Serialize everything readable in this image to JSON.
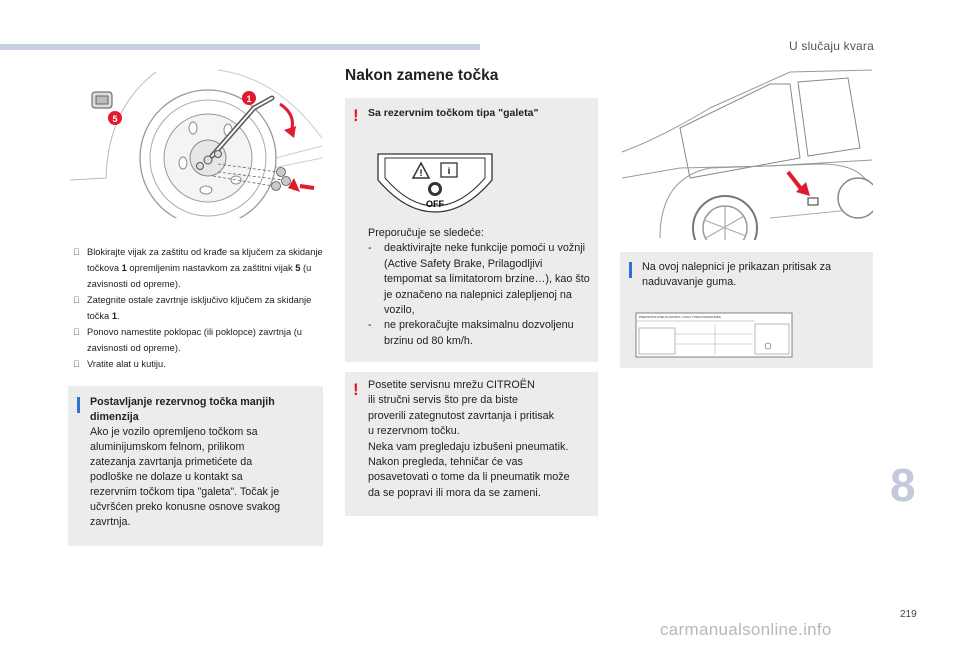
{
  "header": {
    "section_title": "U slučaju kvara",
    "chapter_number": "8",
    "page_number": "219",
    "watermark": "carmanualsonline.info"
  },
  "column1": {
    "figure_callouts": [
      "1",
      "5"
    ],
    "steps": [
      {
        "text": "Blokirajte vijak za zaštitu od krađe sa ključem za skidanje točkova ",
        "bold": "1",
        "after": " opremljenim nastavkom za zaštitni vijak ",
        "bold2": "5",
        "after2": " (u zavisnosti od opreme)."
      },
      {
        "text": "Zategnite ostale zavrtnje isključivo ključem za skidanje točka ",
        "bold": "1",
        "after": "."
      },
      {
        "text": "Ponovo namestite poklopac (ili poklopce) zavrtnja (u zavisnosti od opreme).",
        "bold": "",
        "after": ""
      },
      {
        "text": "Vratite alat u kutiju.",
        "bold": "",
        "after": ""
      }
    ],
    "info_box": {
      "title": "Postavljanje rezervnog točka manjih dimenzija",
      "lines": [
        "Ako je vozilo opremljeno točkom sa",
        "aluminijumskom felnom, prilikom",
        "zatezanja zavrtanja primetićete da",
        "podloške ne dolaze u kontakt sa",
        "rezervnim točkom tipa \"galeta\". Točak je",
        "učvršćen preko konusne osnove svakog",
        "zavrtnja."
      ]
    }
  },
  "column2": {
    "heading": "Nakon zamene točka",
    "warning1": {
      "title": "Sa rezervnim točkom tipa \"galeta\"",
      "sticker_text": "OFF",
      "intro": "Preporučuje se sledeće:",
      "items": [
        "deaktivirajte neke funkcije pomoći u vožnji (Active Safety Brake, Prilagodljivi tempomat sa limitatorom brzine…), kao što je označeno na nalepnici zalepljenoj na vozilo,",
        "ne prekoračujte maksimalnu dozvoljenu brzinu od 80 km/h."
      ]
    },
    "warning2": {
      "lines": [
        "Posetite servisnu mrežu CITROËN",
        "ili stručni servis što pre da biste",
        "proverili zategnutost zavrtanja i pritisak",
        "u rezervnom točku.",
        "Neka vam pregledaju izbušeni pneumatik.",
        "Nakon pregleda, tehničar će vas",
        "posavetovati o tome da li pneumatik može",
        "da se popravi ili mora da se zameni."
      ]
    }
  },
  "column3": {
    "info_lines": [
      "Na ovoj nalepnici je prikazan pritisak za",
      "naduvavanje guma."
    ],
    "label_header": "PRESSIONS PNEUS FROIDS / COLD TYRES PRESSURES"
  },
  "colors": {
    "accent_blue": "#2e6fd8",
    "warning_red": "#e01b2f",
    "box_gray": "#ececec",
    "topbar": "#c9cfe2"
  }
}
